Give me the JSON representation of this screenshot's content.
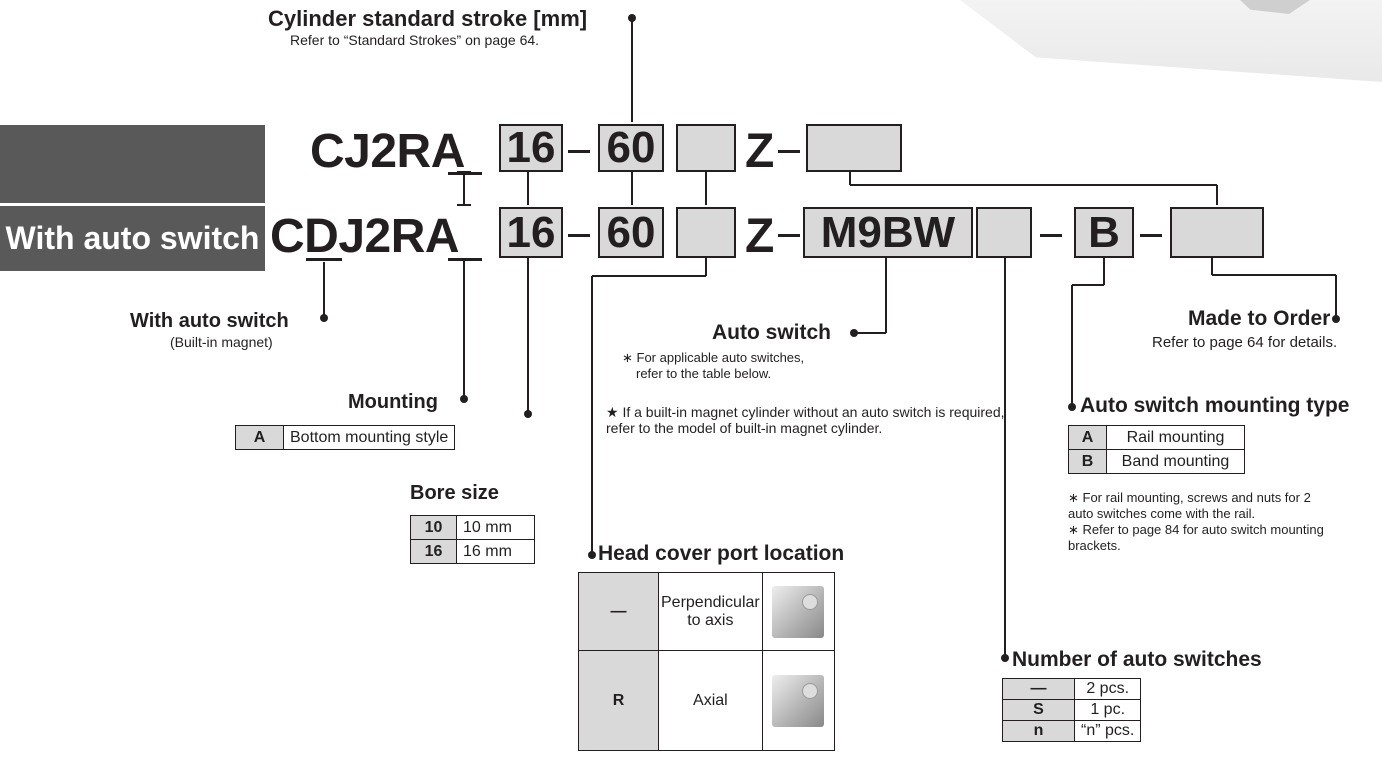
{
  "stroke": {
    "title": "Cylinder standard stroke [mm]",
    "note": "Refer to “Standard Strokes” on page 64."
  },
  "row1": {
    "model": "CJ2RA",
    "bore": "16",
    "dash1": "–",
    "stroke": "60",
    "z": "Z",
    "dash2": "–"
  },
  "row2": {
    "tab_label": "With auto switch",
    "prefix_c": "C",
    "prefix_d": "D",
    "prefix_rest": "J2RA",
    "bore": "16",
    "stroke": "60",
    "z": "Z",
    "switch": "M9BW",
    "mount": "B",
    "dash": "–"
  },
  "with_auto_switch": {
    "title": "With auto switch",
    "sub": "(Built-in magnet)"
  },
  "mounting": {
    "title": "Mounting",
    "rows": [
      {
        "k": "A",
        "v": "Bottom mounting style"
      }
    ]
  },
  "bore_size": {
    "title": "Bore size",
    "rows": [
      {
        "k": "10",
        "v": "10 mm"
      },
      {
        "k": "16",
        "v": "16 mm"
      }
    ]
  },
  "head_cover": {
    "title": "Head cover port location",
    "rows": [
      {
        "k": "—",
        "v": "Perpendicular to axis"
      },
      {
        "k": "R",
        "v": "Axial"
      }
    ]
  },
  "auto_switch": {
    "title": "Auto switch",
    "note1": "∗ For applicable auto switches,",
    "note2": "refer to the table below.",
    "star_note": "★ If a built-in magnet cylinder without an auto switch is required, refer to the model of built-in magnet cylinder."
  },
  "made_to_order": {
    "title": "Made to Order",
    "note": "Refer to page 64 for details."
  },
  "switch_mounting": {
    "title": "Auto switch mounting type",
    "rows": [
      {
        "k": "A",
        "v": "Rail mounting"
      },
      {
        "k": "B",
        "v": "Band mounting"
      }
    ],
    "note1": "∗ For rail mounting, screws and nuts for 2 auto switches come with the rail.",
    "note2": "∗ Refer to page 84 for auto switch mounting brackets."
  },
  "num_switches": {
    "title": "Number of auto switches",
    "rows": [
      {
        "k": "—",
        "v": "2 pcs."
      },
      {
        "k": "S",
        "v": "1 pc."
      },
      {
        "k": "n",
        "v": "“n” pcs."
      }
    ]
  }
}
